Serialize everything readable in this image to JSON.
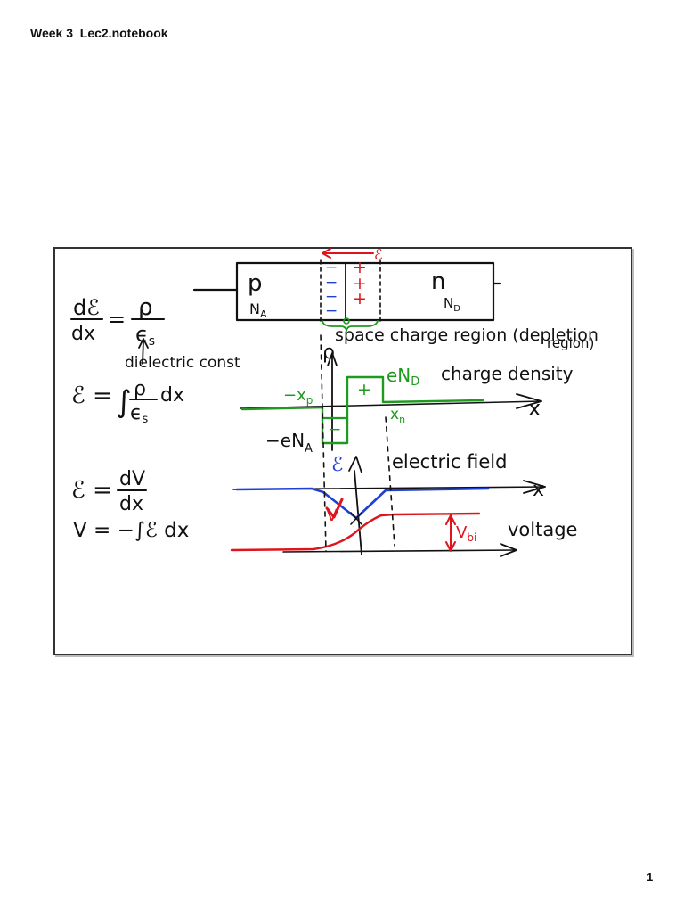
{
  "header": {
    "title": "Week 3  Lec2.notebook"
  },
  "footer": {
    "page_number": "1"
  },
  "colors": {
    "ink": "#111111",
    "green": "#1e9a1e",
    "blue": "#1f3fd6",
    "red": "#e0141c"
  },
  "notes": {
    "device": {
      "p_label": "p",
      "na_label": "N",
      "na_sub": "A",
      "n_label": "n",
      "nd_label": "N",
      "nd_sub": "D",
      "field_symbol": "ℰ",
      "minus_charges": [
        "−",
        "−",
        "−",
        "−"
      ],
      "plus_charges": [
        "+",
        "+",
        "+"
      ]
    },
    "scr_label": "space charge region (depletion",
    "scr_label_2": "region)",
    "eq1": {
      "lhs_num": "dℰ",
      "lhs_den": "dx",
      "rhs_num": "ρ",
      "rhs_den": "ϵ",
      "rhs_den_sub": "s"
    },
    "dielectric_label": "dielectric const",
    "eq2": {
      "lhs": "ℰ =",
      "integral": "∫",
      "num": "ρ",
      "den": "ϵ",
      "den_sub": "s",
      "tail": "dx"
    },
    "eq3": {
      "lhs": "ℰ = −",
      "num": "dV",
      "den": "dx"
    },
    "eq4": {
      "text": "V = −∫ℰ dx"
    },
    "charge": {
      "rho_label": "ρ",
      "end": "eN",
      "end_sub": "D",
      "label": "charge density",
      "minus_xp": "−x",
      "minus_xp_sub": "p",
      "xn": "x",
      "xn_sub": "n",
      "axis": "x",
      "plus": "+",
      "minus": "−",
      "neg_na": "−eN",
      "neg_na_sub": "A"
    },
    "field": {
      "symbol": "ℰ",
      "label": "electric field",
      "axis": "x"
    },
    "voltage": {
      "v_label": "V",
      "vbi": "V",
      "vbi_sub": "bi",
      "label": "voltage"
    }
  }
}
